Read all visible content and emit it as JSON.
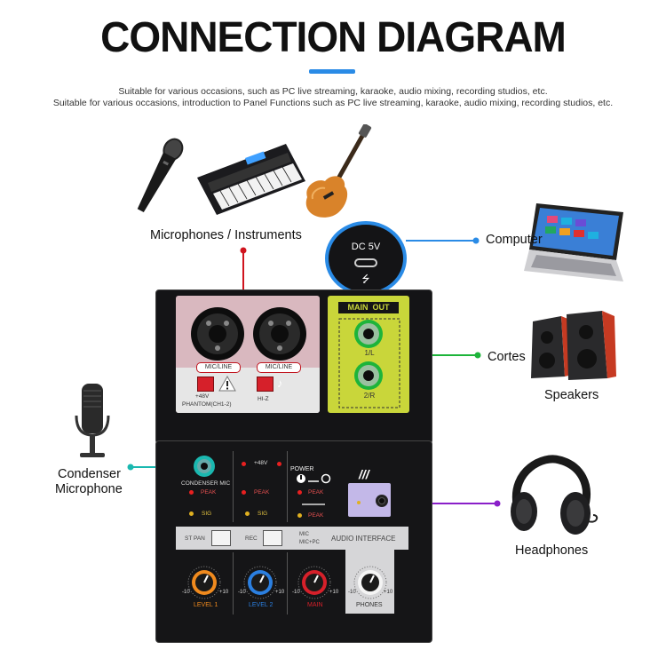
{
  "title": "CONNECTION DIAGRAM",
  "subtitles": [
    "Suitable for various occasions, such as PC live streaming, karaoke, audio mixing, recording studios, etc.",
    "Suitable for various occasions, introduction to Panel Functions such as PC live streaming, karaoke, audio mixing, recording studios, etc."
  ],
  "labels": {
    "mic_instruments": "Microphones / Instruments",
    "computer": "Computer",
    "cortes": "Cortes",
    "speakers": "Speakers",
    "condenser_line1": "Condenser",
    "condenser_line2": "Microphone",
    "headphones": "Headphones"
  },
  "panel": {
    "dc": "DC 5V",
    "usb_symbol": "⭍",
    "main_out": "MAIN  OUT",
    "out_l": "1/L",
    "out_r": "2/R",
    "mic_line_1": "MIC/LINE",
    "mic_line_2": "MIC/LINE",
    "plus48": "+48V",
    "phantom": "PHANTOM(CH1-2)",
    "hiz": "HI-Z",
    "condenser_mic": "CONDENSER MIC",
    "peak": "PEAK",
    "sig": "SIG",
    "plus48_top": "+48V",
    "power": "POWER",
    "st_pan": "ST PAN",
    "rec": "REC",
    "rec_mic": "MIC",
    "rec_micpc": "MIC+PC",
    "audio_interface": "AUDIO INTERFACE",
    "knob_min": "-10",
    "knob_max": "+10",
    "level1": "LEVEL 1",
    "level2": "LEVEL 2",
    "main": "MAIN",
    "phones": "PHONES"
  },
  "colors": {
    "accent_blue": "#2a8be6",
    "red_line": "#d0141e",
    "green_line": "#1db43a",
    "teal_line": "#1ab8b0",
    "purple_line": "#8a1fc9",
    "main_out_panel": "#c9d63a",
    "input_panel": "#d9b8bf",
    "knob_orange": "#f08a1e",
    "knob_blue": "#2b7fe0",
    "knob_red": "#d6202a"
  }
}
